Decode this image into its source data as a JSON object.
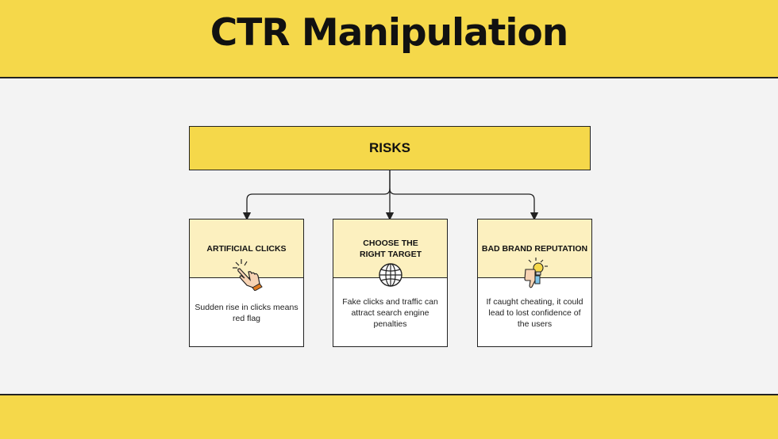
{
  "header": {
    "title": "CTR Manipulation"
  },
  "diagram": {
    "root": {
      "label": "RISKS"
    },
    "cards": [
      {
        "title": "ARTIFICIAL CLICKS",
        "icon": "pointing-hand-icon",
        "body": "Sudden rise in clicks means red flag"
      },
      {
        "title": "CHOOSE THE RIGHT TARGET",
        "icon": "globe-icon",
        "body": "Fake clicks and traffic can attract search engine penalties"
      },
      {
        "title": "BAD BRAND REPUTATION",
        "icon": "thumbs-down-lightbulb-icon",
        "body": "If caught cheating, it could lead to lost confidence of the users"
      }
    ]
  },
  "colors": {
    "accent": "#f5d84a",
    "card_header": "#fcf0bf",
    "line": "#222222"
  }
}
